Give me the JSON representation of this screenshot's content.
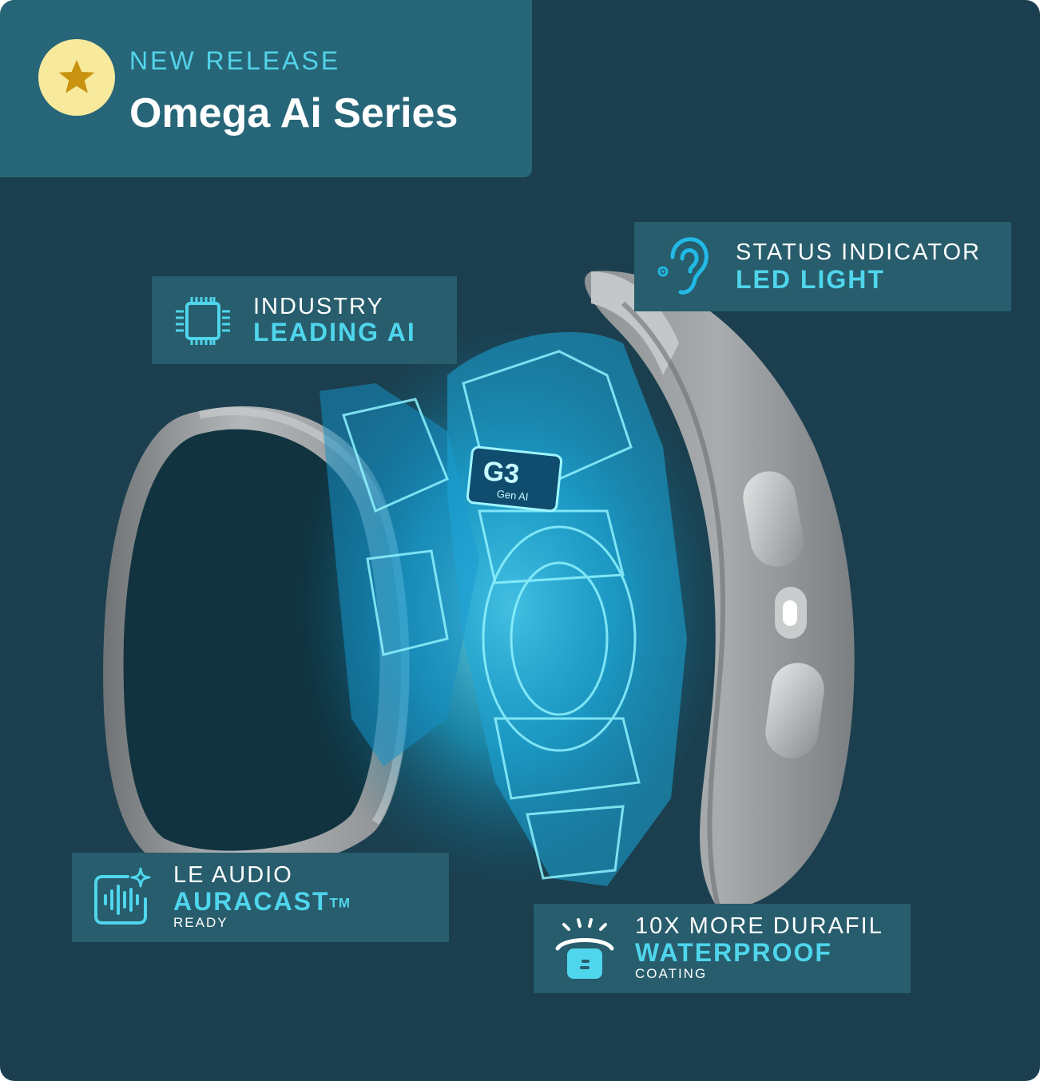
{
  "release": {
    "kicker": "NEW RELEASE",
    "title": "Omega Ai Series",
    "badge_icon": "star-icon"
  },
  "features": {
    "ai": {
      "icon": "chip-icon",
      "top": "INDUSTRY",
      "main": "LEADING AI"
    },
    "led": {
      "icon": "ear-icon",
      "top": "STATUS INDICATOR",
      "main": "LED LIGHT"
    },
    "auracast": {
      "icon": "audio-sparkle-icon",
      "top": "LE AUDIO",
      "main": "AURACAST",
      "mark": "TM",
      "sub": "READY"
    },
    "waterproof": {
      "icon": "water-drops-icon",
      "top": "10X MORE DURAFIL",
      "main": "WATERPROOF",
      "sub": "COATING"
    }
  },
  "device_image": {
    "chip_label": "G3",
    "chip_sublabel": "Gen AI"
  },
  "colors": {
    "background": "#1b3f4e",
    "panel": "#275d6c",
    "header_panel": "#276678",
    "accent": "#4fd5ec",
    "star_badge": "#f7ea9c",
    "star": "#c9920f"
  }
}
